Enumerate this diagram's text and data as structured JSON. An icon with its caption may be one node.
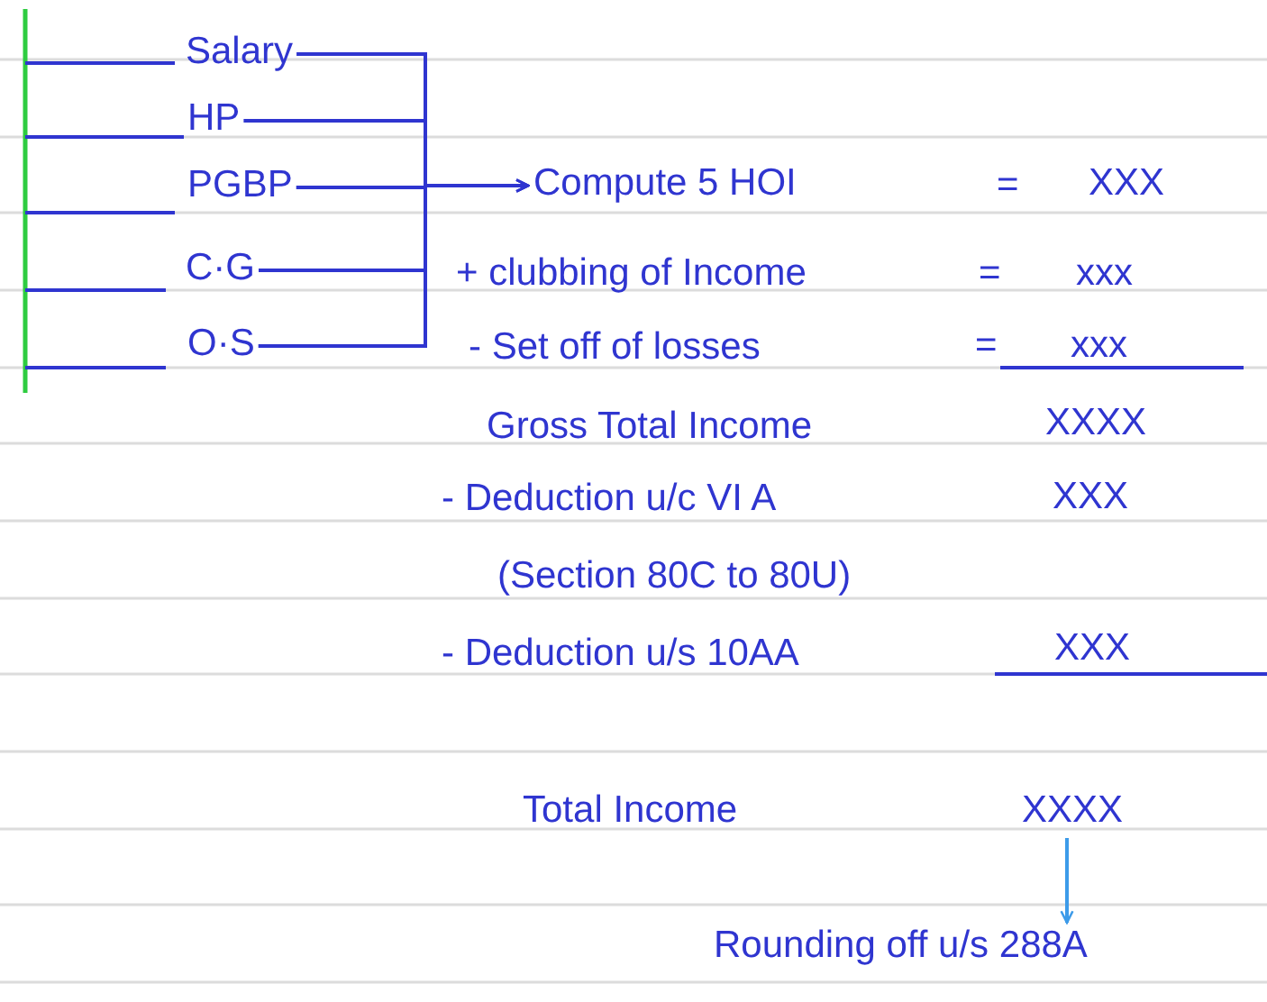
{
  "diagram": {
    "nodes": [
      {
        "text": [
          "Salary"
        ]
      },
      {
        "text": [
          "HP"
        ]
      },
      {
        "text": [
          "PGBP"
        ]
      },
      {
        "text": [
          "C·G"
        ]
      },
      {
        "text": [
          "O·S"
        ]
      },
      {
        "text": [
          "Compute 5 HOI"
        ]
      },
      {
        "text": [
          "XXXX"
        ]
      },
      {
        "text": [
          "Rounding off u/s 288A"
        ]
      }
    ],
    "edges": [
      {
        "from": 0,
        "to": 5,
        "arrow": "to"
      },
      {
        "from": 1,
        "to": 5,
        "arrow": "to"
      },
      {
        "from": 2,
        "to": 5,
        "arrow": "to"
      },
      {
        "from": 3,
        "to": 5,
        "arrow": "to"
      },
      {
        "from": 4,
        "to": 5,
        "arrow": "to"
      },
      {
        "from": 6,
        "to": 7,
        "arrow": "to",
        "color": "#3d9be9"
      }
    ],
    "labels": [
      "=",
      "XXX",
      "+ clubbing of Income",
      "=",
      "xxx",
      "- Set off of losses",
      "=",
      "xxx",
      "Gross Total Income",
      "XXXX",
      "- Deduction u/c VI A",
      "XXX",
      "(Section 80C to 80U)",
      "- Deduction u/s 10AA",
      "XXX",
      "Total Income"
    ]
  }
}
